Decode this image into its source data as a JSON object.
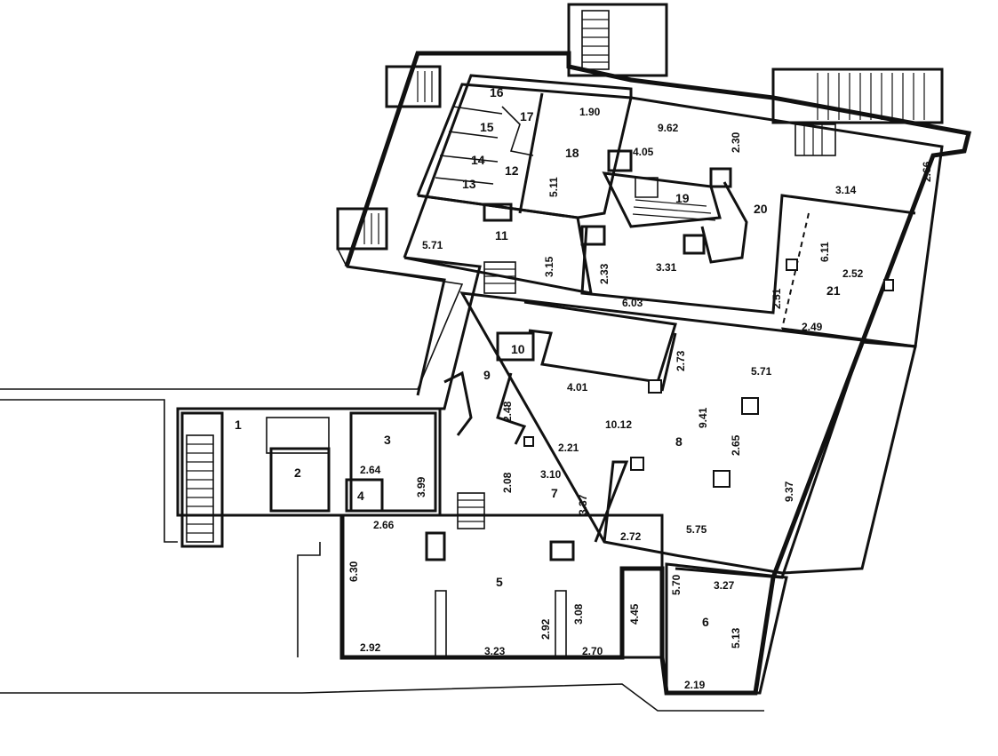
{
  "plan": {
    "rooms": [
      {
        "id": "r1",
        "label": "1"
      },
      {
        "id": "r2",
        "label": "2"
      },
      {
        "id": "r3",
        "label": "3"
      },
      {
        "id": "r4",
        "label": "4"
      },
      {
        "id": "r5",
        "label": "5"
      },
      {
        "id": "r6",
        "label": "6"
      },
      {
        "id": "r7",
        "label": "7"
      },
      {
        "id": "r8",
        "label": "8"
      },
      {
        "id": "r9",
        "label": "9"
      },
      {
        "id": "r10",
        "label": "10"
      },
      {
        "id": "r11",
        "label": "11"
      },
      {
        "id": "r12",
        "label": "12"
      },
      {
        "id": "r13",
        "label": "13"
      },
      {
        "id": "r14",
        "label": "14"
      },
      {
        "id": "r15",
        "label": "15"
      },
      {
        "id": "r16",
        "label": "16"
      },
      {
        "id": "r17",
        "label": "17"
      },
      {
        "id": "r18",
        "label": "18"
      },
      {
        "id": "r19",
        "label": "19"
      },
      {
        "id": "r20",
        "label": "20"
      },
      {
        "id": "r21",
        "label": "21"
      }
    ],
    "dimensions": [
      "1.90",
      "9.62",
      "2.30",
      "4.05",
      "5.11",
      "2.66",
      "3.14",
      "5.71",
      "3.15",
      "2.33",
      "3.31",
      "6.03",
      "6.11",
      "2.52",
      "2.51",
      "2.49",
      "2.73",
      "5.71",
      "4.01",
      "2.48",
      "10.12",
      "9.41",
      "2.65",
      "2.21",
      "3.10",
      "2.08",
      "3.37",
      "9.37",
      "2.72",
      "5.75",
      "2.64",
      "3.99",
      "2.66",
      "6.30",
      "5.70",
      "3.27",
      "4.45",
      "3.08",
      "2.92",
      "5.13",
      "2.92",
      "3.23",
      "2.70",
      "2.19"
    ]
  }
}
